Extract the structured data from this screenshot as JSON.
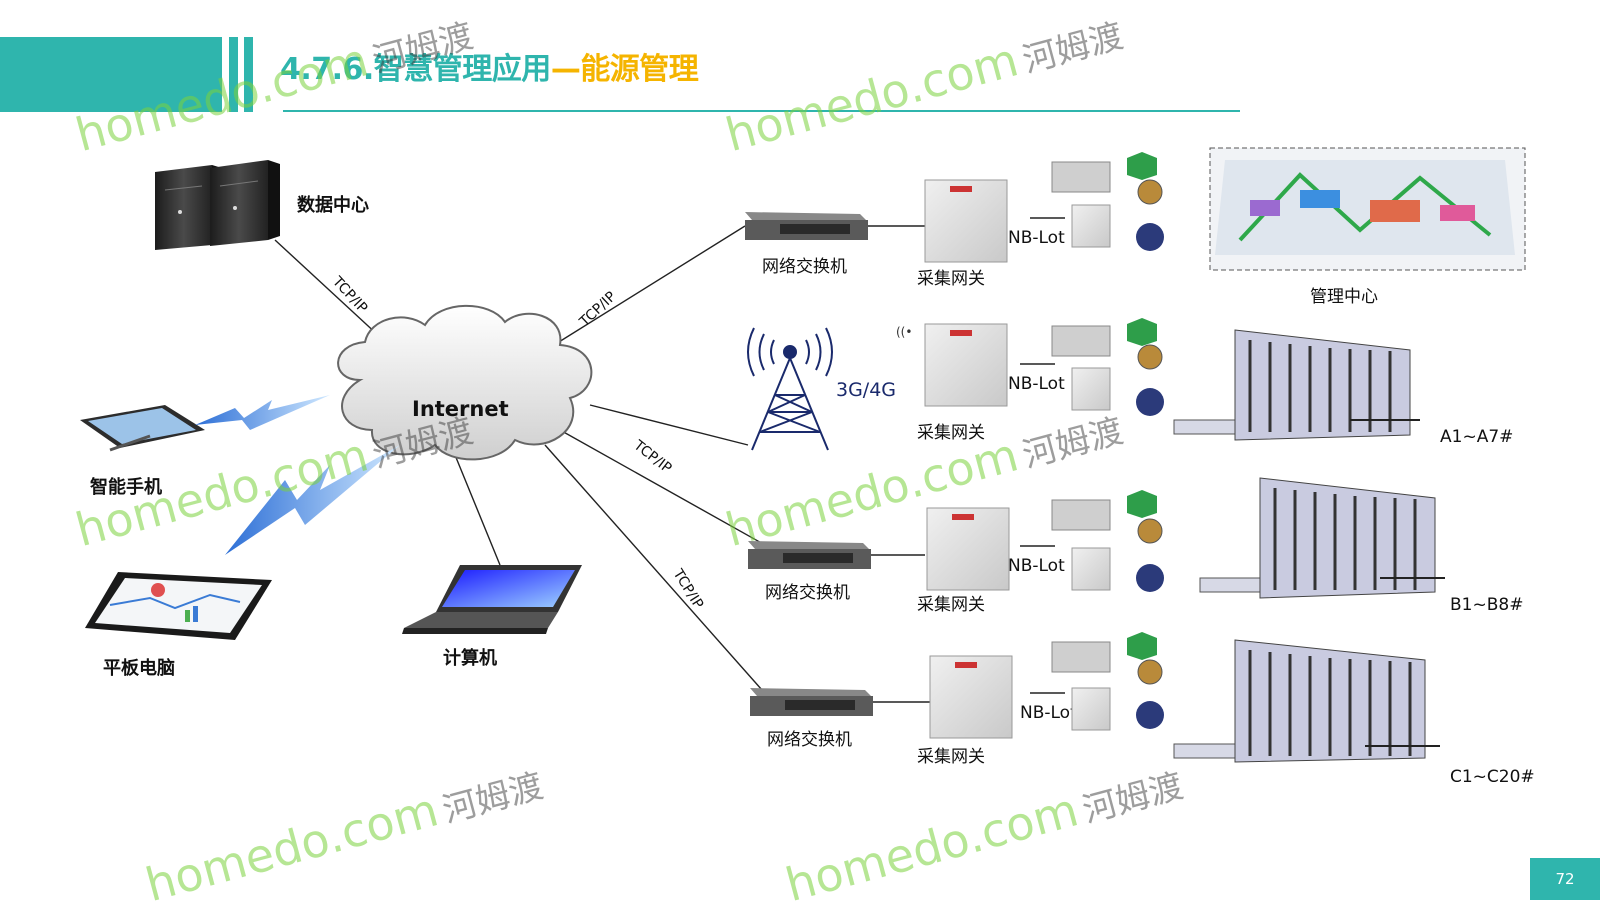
{
  "header": {
    "title_main": "4.7.6.智慧管理应用",
    "title_accent": "—能源管理",
    "accent_color": "#2fb5ad",
    "highlight_color": "#f5b400"
  },
  "nodes": {
    "data_center": "数据中心",
    "internet": "Internet",
    "smartphone": "智能手机",
    "tablet": "平板电脑",
    "computer": "计算机",
    "cell_tower": "3G/4G",
    "management_center": "管理中心"
  },
  "protocols": {
    "p1": "TCP/IP",
    "p2": "TCP/IP",
    "p3": "TCP/IP",
    "p4": "TCP/IP"
  },
  "rows": [
    {
      "switch": "网络交换机",
      "gateway": "采集网关",
      "link": "NB-Lot",
      "target": "管理中心"
    },
    {
      "switch": "",
      "gateway": "采集网关",
      "link": "NB-Lot",
      "target": "A1~A7#"
    },
    {
      "switch": "网络交换机",
      "gateway": "采集网关",
      "link": "NB-Lot",
      "target": "B1~B8#"
    },
    {
      "switch": "网络交换机",
      "gateway": "采集网关",
      "link": "NB-Lot",
      "target": "C1~C20#"
    }
  ],
  "watermark": {
    "text": "homedo.com",
    "cn": "河姆渡"
  },
  "page_number": "72"
}
